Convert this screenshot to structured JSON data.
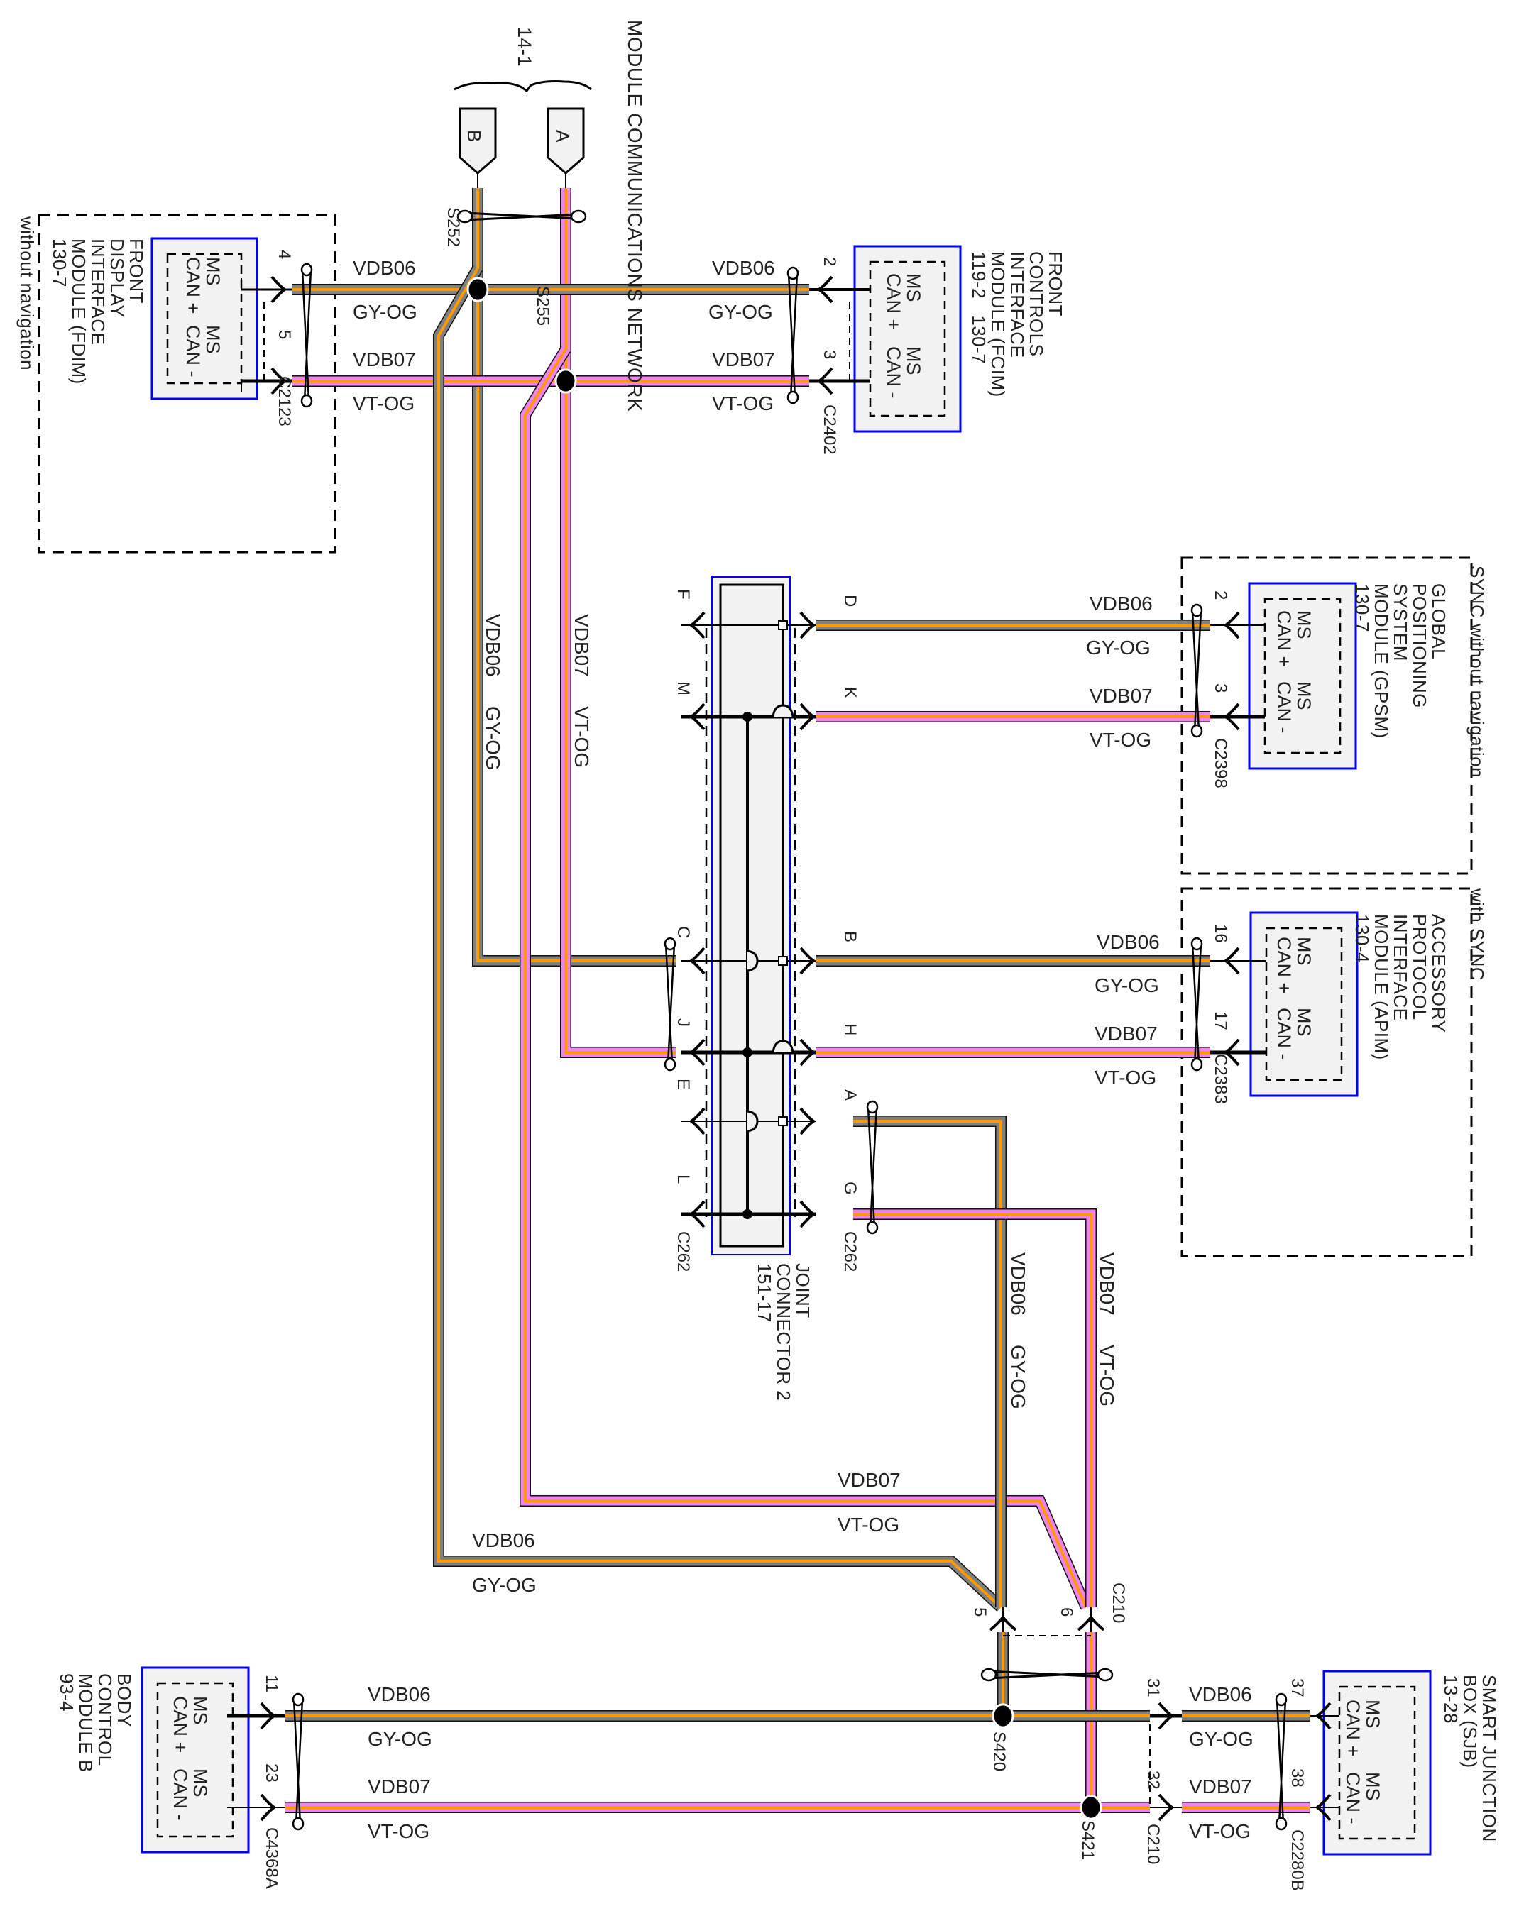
{
  "diagram": {
    "title": "MODULE COMMUNICATIONS NETWORK",
    "page_ref": "14-1",
    "colors": {
      "gy_og_base": "#808080",
      "gy_og_stripe": "#ff9900",
      "vt_og_base": "#ee82ee",
      "vt_og_stripe": "#ff9900",
      "module_border": "#0000ff",
      "module_fill": "#f2f2f2"
    },
    "wires": {
      "can_plus": {
        "circuit": "VDB06",
        "color": "GY-OG"
      },
      "can_minus": {
        "circuit": "VDB07",
        "color": "VT-OG"
      }
    },
    "page_connectors": [
      "B",
      "A"
    ],
    "splices": [
      "S252",
      "S255",
      "S420",
      "S421"
    ],
    "modules": {
      "fdim": {
        "title": "FRONT\nDISPLAY\nINTERFACE\nMODULE (FDIM)\n130-7",
        "option": "without navigation",
        "connector": "C2123",
        "pins": [
          "4",
          "5"
        ],
        "inner": "MS\nCAN +  CAN -",
        "inner_a": "MS\nCAN +",
        "inner_b": "MS\nCAN -"
      },
      "fcim": {
        "title": "FRONT\nCONTROLS\nINTERFACE\nMODULE (FCIM)\n119-2   130-7",
        "connector": "C2402",
        "pins": [
          "2",
          "3"
        ],
        "inner_a": "MS\nCAN +",
        "inner_b": "MS\nCAN -"
      },
      "gpsm": {
        "title": "GLOBAL\nPOSITIONING\nSYSTEM\nMODULE (GPSM)\n130-7",
        "option": "SYNC without navigation",
        "connector": "C2398",
        "pins": [
          "2",
          "3"
        ],
        "inner_a": "MS\nCAN +",
        "inner_b": "MS\nCAN -"
      },
      "apim": {
        "title": "ACCESSORY\nPROTOCOL\nINTERFACE\nMODULE (APIM)\n130-4",
        "option": "with SYNC",
        "connector": "C2383",
        "pins": [
          "16",
          "17"
        ],
        "inner_a": "MS\nCAN +",
        "inner_b": "MS\nCAN -"
      },
      "joint": {
        "title": "JOINT\nCONNECTOR 2\n151-17",
        "connector_left": "C262",
        "connector_right": "C262",
        "left_pins": [
          "F",
          "M",
          "C",
          "J",
          "E",
          "L"
        ],
        "right_pins": [
          "D",
          "K",
          "B",
          "H",
          "A",
          "G"
        ]
      },
      "bcmb": {
        "title": "BODY\nCONTROL\nMODULE B\n93-4",
        "connector": "C4368A",
        "pins": [
          "11",
          "23"
        ],
        "inner_a": "MS\nCAN +",
        "inner_b": "MS\nCAN -"
      },
      "sjb": {
        "title": "SMART JUNCTION\nBOX (SJB)\n13-28",
        "connector": "C2280B",
        "pins": [
          "37",
          "38"
        ],
        "inner_a": "MS\nCAN +",
        "inner_b": "MS\nCAN -"
      },
      "c210": {
        "connector": "C210",
        "pins_top": [
          "5",
          "6"
        ],
        "pins_bottom": [
          "31",
          "32"
        ]
      }
    }
  }
}
